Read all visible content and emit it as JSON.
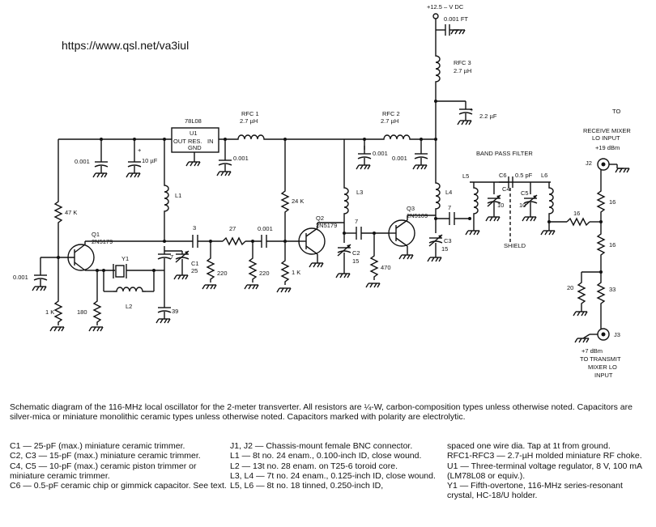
{
  "url": "https://www.qsl.net/va3iul",
  "caption": "Schematic diagram of the 116-MHz local oscillator for the 2-meter transverter. All resistors are ¼-W, carbon-composition types unless otherwise noted. Capacitors are silver-mica or miniature monolithic ceramic types unless otherwise noted. Capacitors marked with polarity are electrolytic.",
  "parts_col1": [
    "C1 — 25-pF (max.) miniature ceramic trimmer.",
    "C2, C3 — 15-pF (max.) miniature ceramic trimmer.",
    "C4, C5 — 10-pF (max.) ceramic piston trimmer or miniature ceramic trimmer.",
    "C6 — 0.5-pF ceramic chip or gimmick capacitor. See text."
  ],
  "parts_col2": [
    "J1, J2 — Chassis-mount female BNC connector.",
    "L1 — 8t no. 24 enam., 0.100-inch ID, close wound.",
    "L2 — 13t no. 28 enam. on T25-6 toroid core.",
    "L3, L4 — 7t no. 24 enam., 0.125-inch ID, close wound.",
    "L5, L6 — 8t no. 18 tinned, 0.250-inch ID,"
  ],
  "parts_col3": [
    "spaced one wire dia. Tap at 1t from ground.",
    "RFC1-RFC3 — 2.7-µH molded miniature RF choke.",
    "U1 — Three-terminal voltage regulator, 8 V, 100 mA (LM78L08 or equiv.).",
    "Y1 — Fifth-overtone, 116-MHz series-resonant crystal, HC-18/U holder."
  ],
  "labels": {
    "supply": "+12.5 – V  DC",
    "c_ft": "0.001 FT",
    "rfc3": "RFC 3",
    "rfc3_val": "2.7 µH",
    "c_22": "2.2 µF",
    "u1_part": "78L08",
    "u1": "U1",
    "u1_out": "OUT",
    "u1_res": "RES.",
    "u1_in": "IN",
    "u1_gnd": "GND",
    "rfc1": "RFC 1",
    "rfc1_val": "2.7 µH",
    "rfc2": "RFC 2",
    "rfc2_val": "2.7 µH",
    "c_001_a": "0.001",
    "c_10uf": "10 µF",
    "c_001_b": "0.001",
    "c_001_c": "0.001",
    "c_001_d": "0.001",
    "bpf": "BAND PASS FILTER",
    "to_rx_1": "TO",
    "to_rx_2": "RECEIVE MIXER",
    "to_rx_3": "LO INPUT",
    "to_rx_4": "+19 dBm",
    "j2": "J2",
    "r47k": "47 K",
    "l1": "L1",
    "r24k": "24 K",
    "l3": "L3",
    "l4": "L4",
    "l5": "L5",
    "l6": "L6",
    "c6": "C6",
    "c6_val": "0.5 pF",
    "c4": "C4",
    "c4_val": "10",
    "c5": "C5",
    "c5_val": "10",
    "q1": "Q1",
    "q1_part": "2N5179",
    "q2": "Q2",
    "q2_part": "2N5179",
    "q3": "Q3",
    "q3_part": "2N5109",
    "c_3": "3",
    "r27": "27",
    "c_001_e": "0.001",
    "c_7a": "7",
    "c_7b": "7",
    "c_7c": "7",
    "c1": "C1",
    "c1_val": "25",
    "c2": "C2",
    "c2_val": "15",
    "c3": "C3",
    "c3_val": "15",
    "y1": "Y1",
    "l2": "L2",
    "r220a": "220",
    "r220b": "220",
    "r1ka": "1 K",
    "r1kb": "1 K",
    "r180": "180",
    "c39": "39",
    "r470": "470",
    "c_001_f": "0.001",
    "shield": "SHIELD",
    "r16a": "16",
    "r16b": "16",
    "r16c": "16",
    "r20": "20",
    "r33": "33",
    "j3": "J3",
    "to_tx_0": "+7 dBm",
    "to_tx_1": "TO TRANSMIT",
    "to_tx_2": "MIXER LO",
    "to_tx_3": "INPUT"
  }
}
